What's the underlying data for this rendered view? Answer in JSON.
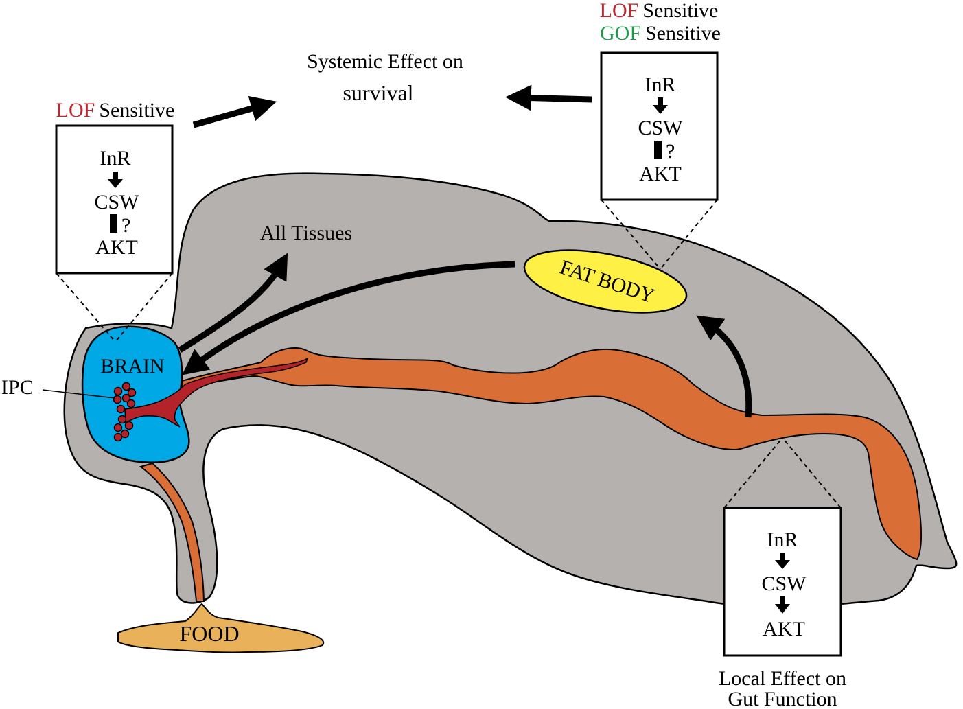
{
  "colors": {
    "body": "#b4b1ae",
    "gut": "#d96f36",
    "brain": "#00a9e6",
    "fat_body": "#fff046",
    "food": "#e9b25a",
    "ipc": "#b5232a",
    "lof": "#c0262d",
    "gof": "#1f9a4a"
  },
  "labels": {
    "systemic_line1": "Systemic Effect on",
    "systemic_line2": "survival",
    "all_tissues": "All Tissues",
    "fat_body": "FAT BODY",
    "brain": "BRAIN",
    "ipc": "IPC",
    "food": "FOOD",
    "local_line1": "Local Effect on",
    "local_line2": "Gut Function"
  },
  "brain_box": {
    "sens": [
      {
        "tag": "LOF",
        "word": "Sensitive"
      }
    ],
    "lines": [
      "InR",
      "CSW",
      "?",
      "AKT"
    ]
  },
  "fat_box": {
    "sens": [
      {
        "tag": "LOF",
        "word": "Sensitive"
      },
      {
        "tag": "GOF",
        "word": "Sensitive"
      }
    ],
    "lines": [
      "InR",
      "CSW",
      "?",
      "AKT"
    ]
  },
  "gut_box": {
    "lines": [
      "InR",
      "CSW",
      "AKT"
    ]
  }
}
